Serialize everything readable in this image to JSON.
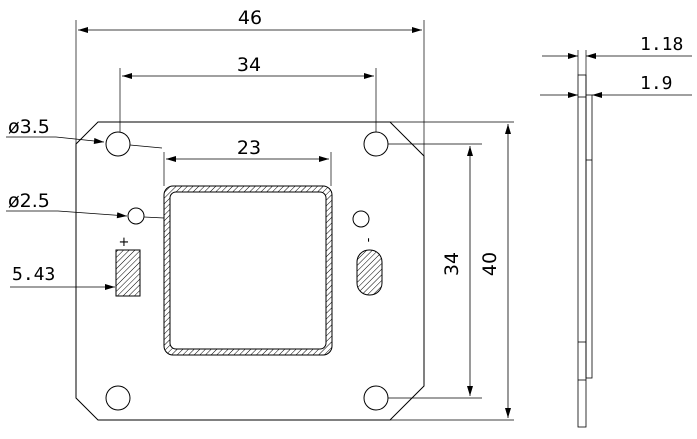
{
  "dimensions": {
    "overall_width": "46",
    "hole_spacing_horizontal": "34",
    "window_width": "23",
    "hole_spacing_vertical": "34",
    "overall_height": "40",
    "large_hole_diameter": "ø3.5",
    "small_hole_diameter": "ø2.5",
    "pad_offset": "5.43",
    "side_thickness_1": "1.18",
    "side_thickness_2": "1.9"
  },
  "polarity": {
    "positive": "+",
    "negative": "-"
  },
  "colors": {
    "line": "#000000",
    "background": "#ffffff",
    "hatch": "#000000"
  }
}
